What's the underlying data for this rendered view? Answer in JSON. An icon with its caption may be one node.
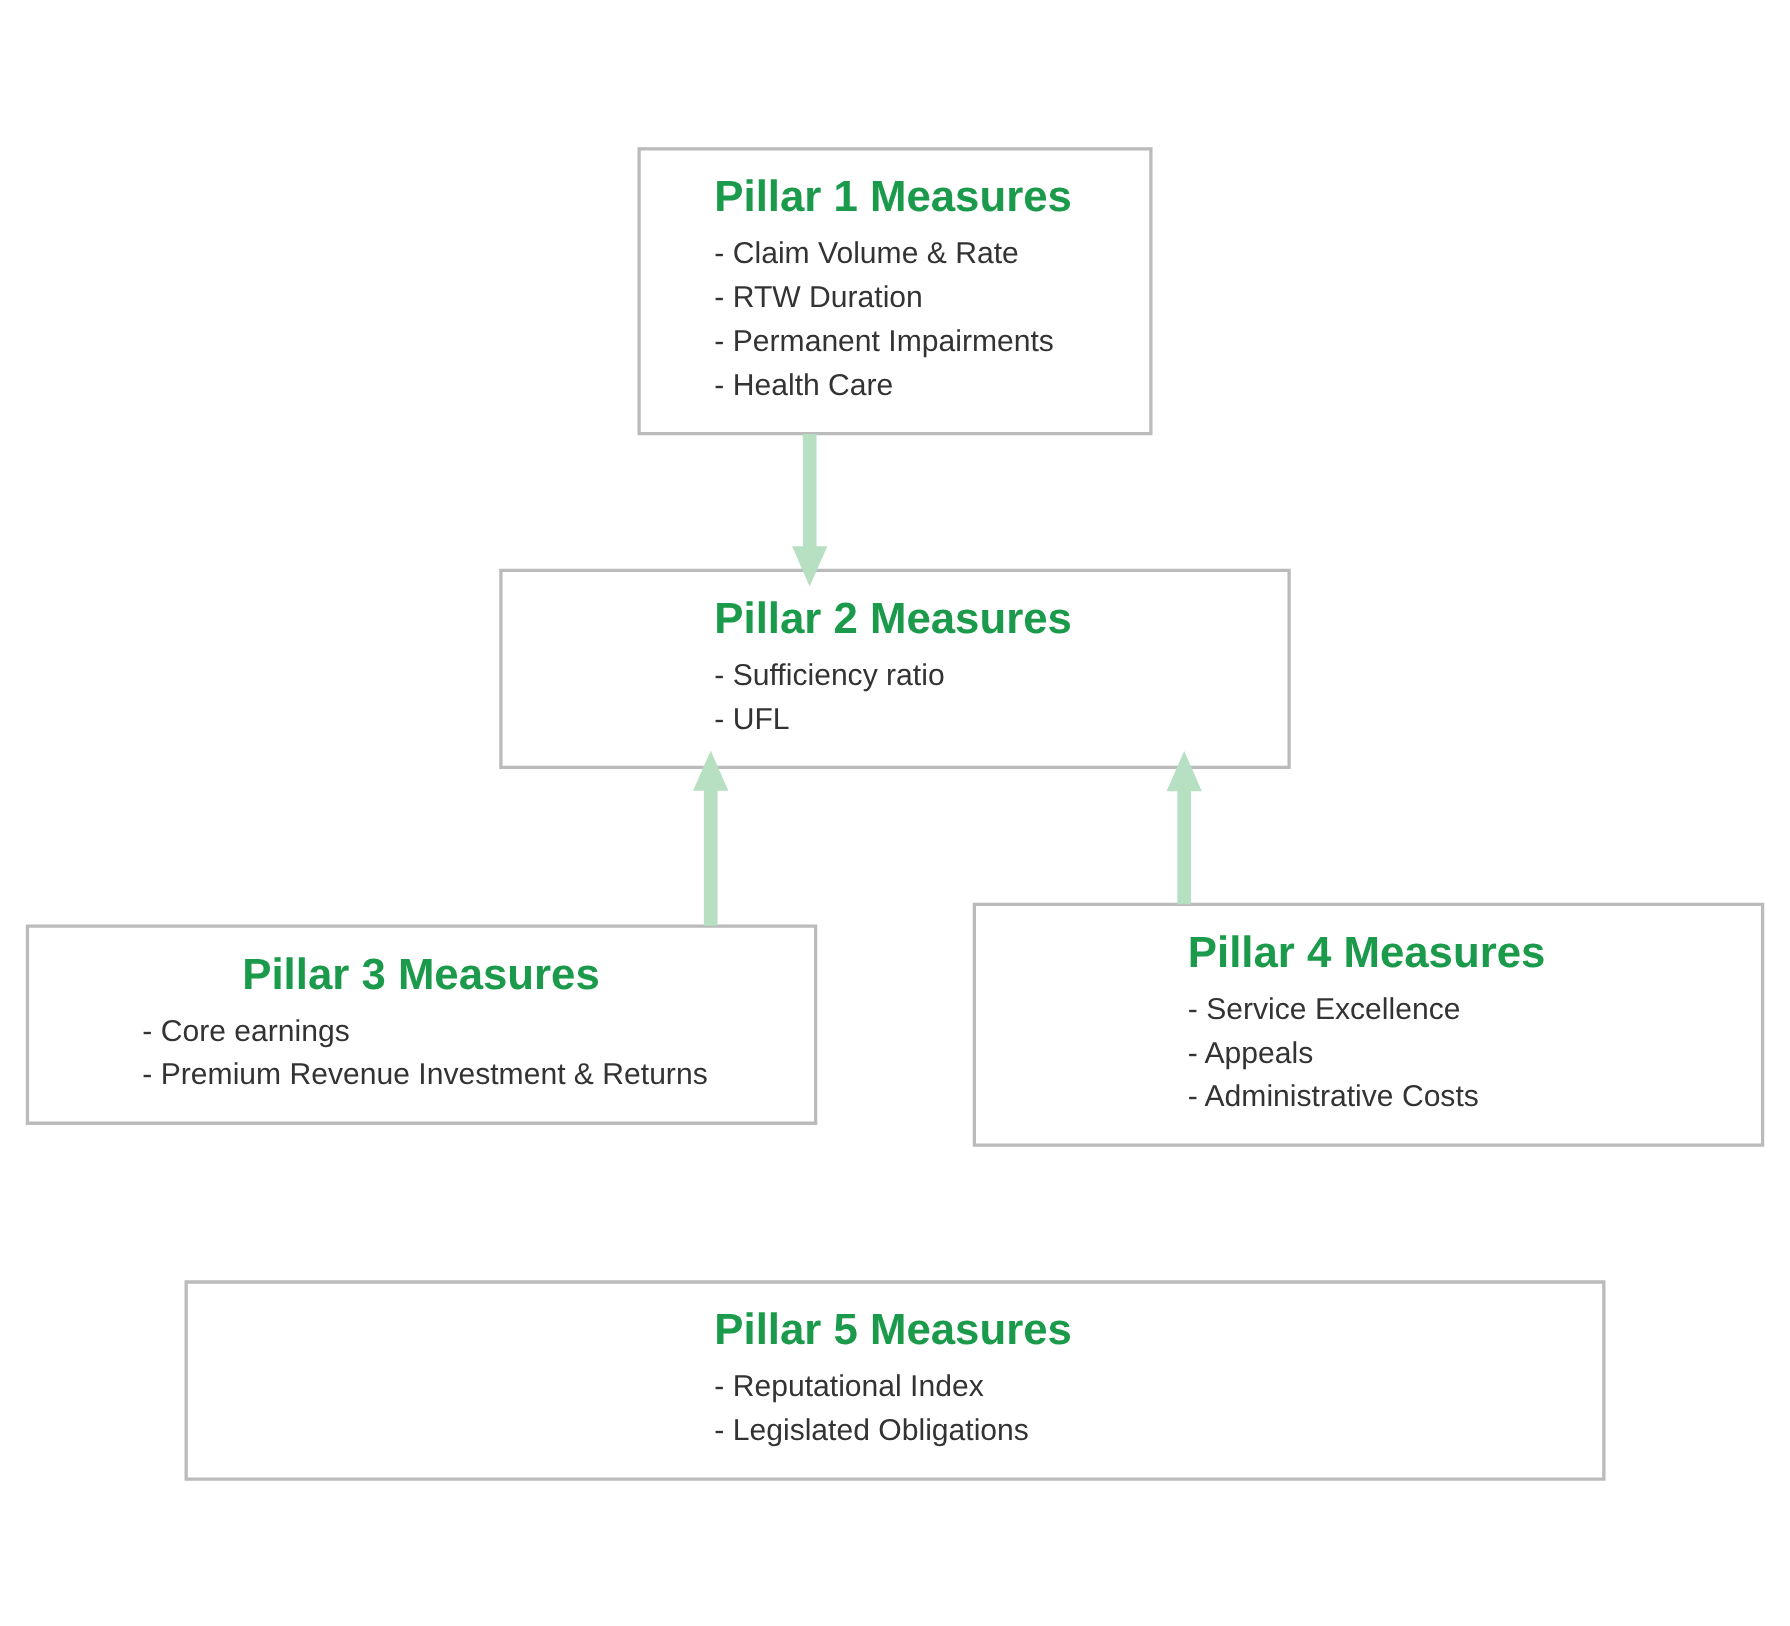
{
  "diagram": {
    "nodes": [
      {
        "text": [
          "Pillar 1 Measures",
          "- Claim Volume & Rate",
          "- RTW Duration",
          "- Permanent Impairments",
          "- Health Care"
        ]
      },
      {
        "text": [
          "Pillar 2 Measures",
          "- Sufficiency ratio",
          "- UFL"
        ]
      },
      {
        "text": [
          "Pillar 3 Measures",
          "- Core earnings",
          "- Premium Revenue Investment & Returns"
        ]
      },
      {
        "text": [
          "Pillar 4 Measures",
          "- Service Excellence",
          "- Appeals",
          "- Administrative Costs"
        ]
      },
      {
        "text": [
          "Pillar 5 Measures",
          "- Reputational Index",
          "- Legislated Obligations"
        ]
      }
    ],
    "edges": [
      {
        "from": 0,
        "to": 1,
        "arrow": "to"
      },
      {
        "from": 2,
        "to": 1,
        "arrow": "to"
      },
      {
        "from": 3,
        "to": 1,
        "arrow": "to"
      }
    ]
  }
}
